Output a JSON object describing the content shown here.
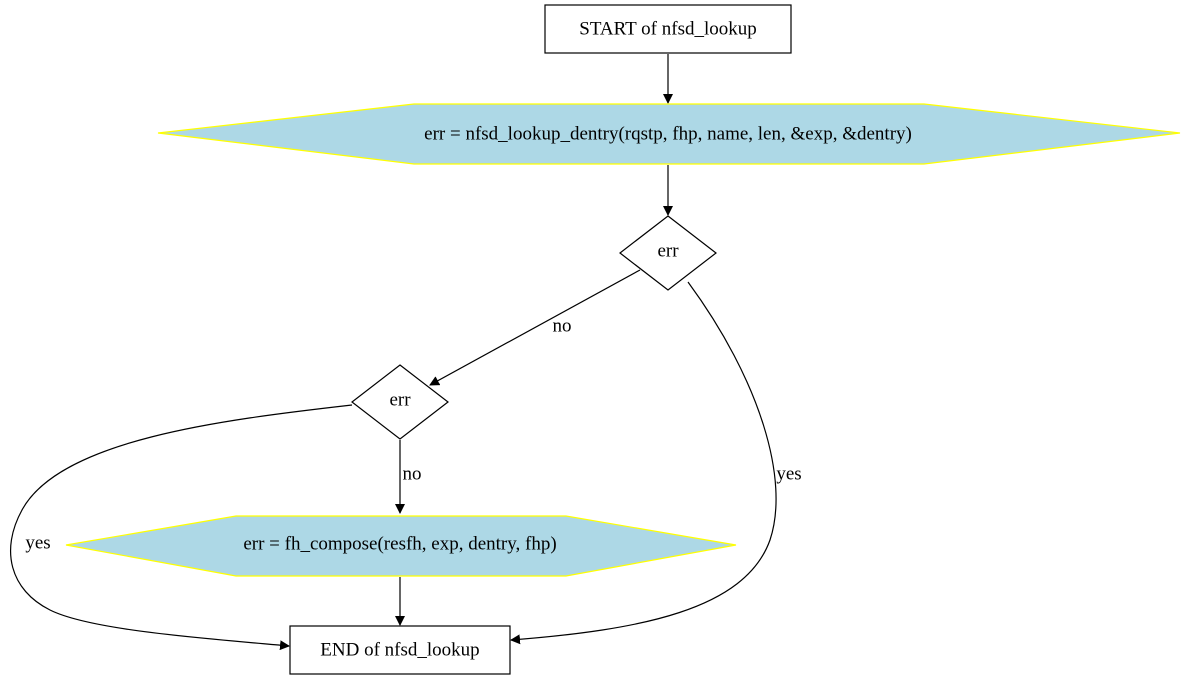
{
  "diagram": {
    "nodes": {
      "start": {
        "label": "START of nfsd_lookup",
        "shape": "box"
      },
      "lookup_dentry": {
        "label": "err = nfsd_lookup_dentry(rqstp, fhp, name, len, &exp, &dentry)",
        "shape": "hexagon"
      },
      "cond1": {
        "label": "err",
        "shape": "diamond"
      },
      "cond2": {
        "label": "err",
        "shape": "diamond"
      },
      "fh_compose": {
        "label": "err = fh_compose(resfh, exp, dentry, fhp)",
        "shape": "hexagon"
      },
      "end": {
        "label": "END of nfsd_lookup",
        "shape": "box"
      }
    },
    "edges": [
      {
        "from": "start",
        "to": "lookup_dentry",
        "label": ""
      },
      {
        "from": "lookup_dentry",
        "to": "cond1",
        "label": ""
      },
      {
        "from": "cond1",
        "to": "cond2",
        "label": "no"
      },
      {
        "from": "cond1",
        "to": "end",
        "label": "yes"
      },
      {
        "from": "cond2",
        "to": "fh_compose",
        "label": "no"
      },
      {
        "from": "cond2",
        "to": "end",
        "label": "yes"
      },
      {
        "from": "fh_compose",
        "to": "end",
        "label": ""
      }
    ]
  },
  "colors": {
    "hexagon_fill": "#add8e6",
    "hexagon_stroke": "#ffff00",
    "stroke": "#000000",
    "background": "#ffffff"
  }
}
